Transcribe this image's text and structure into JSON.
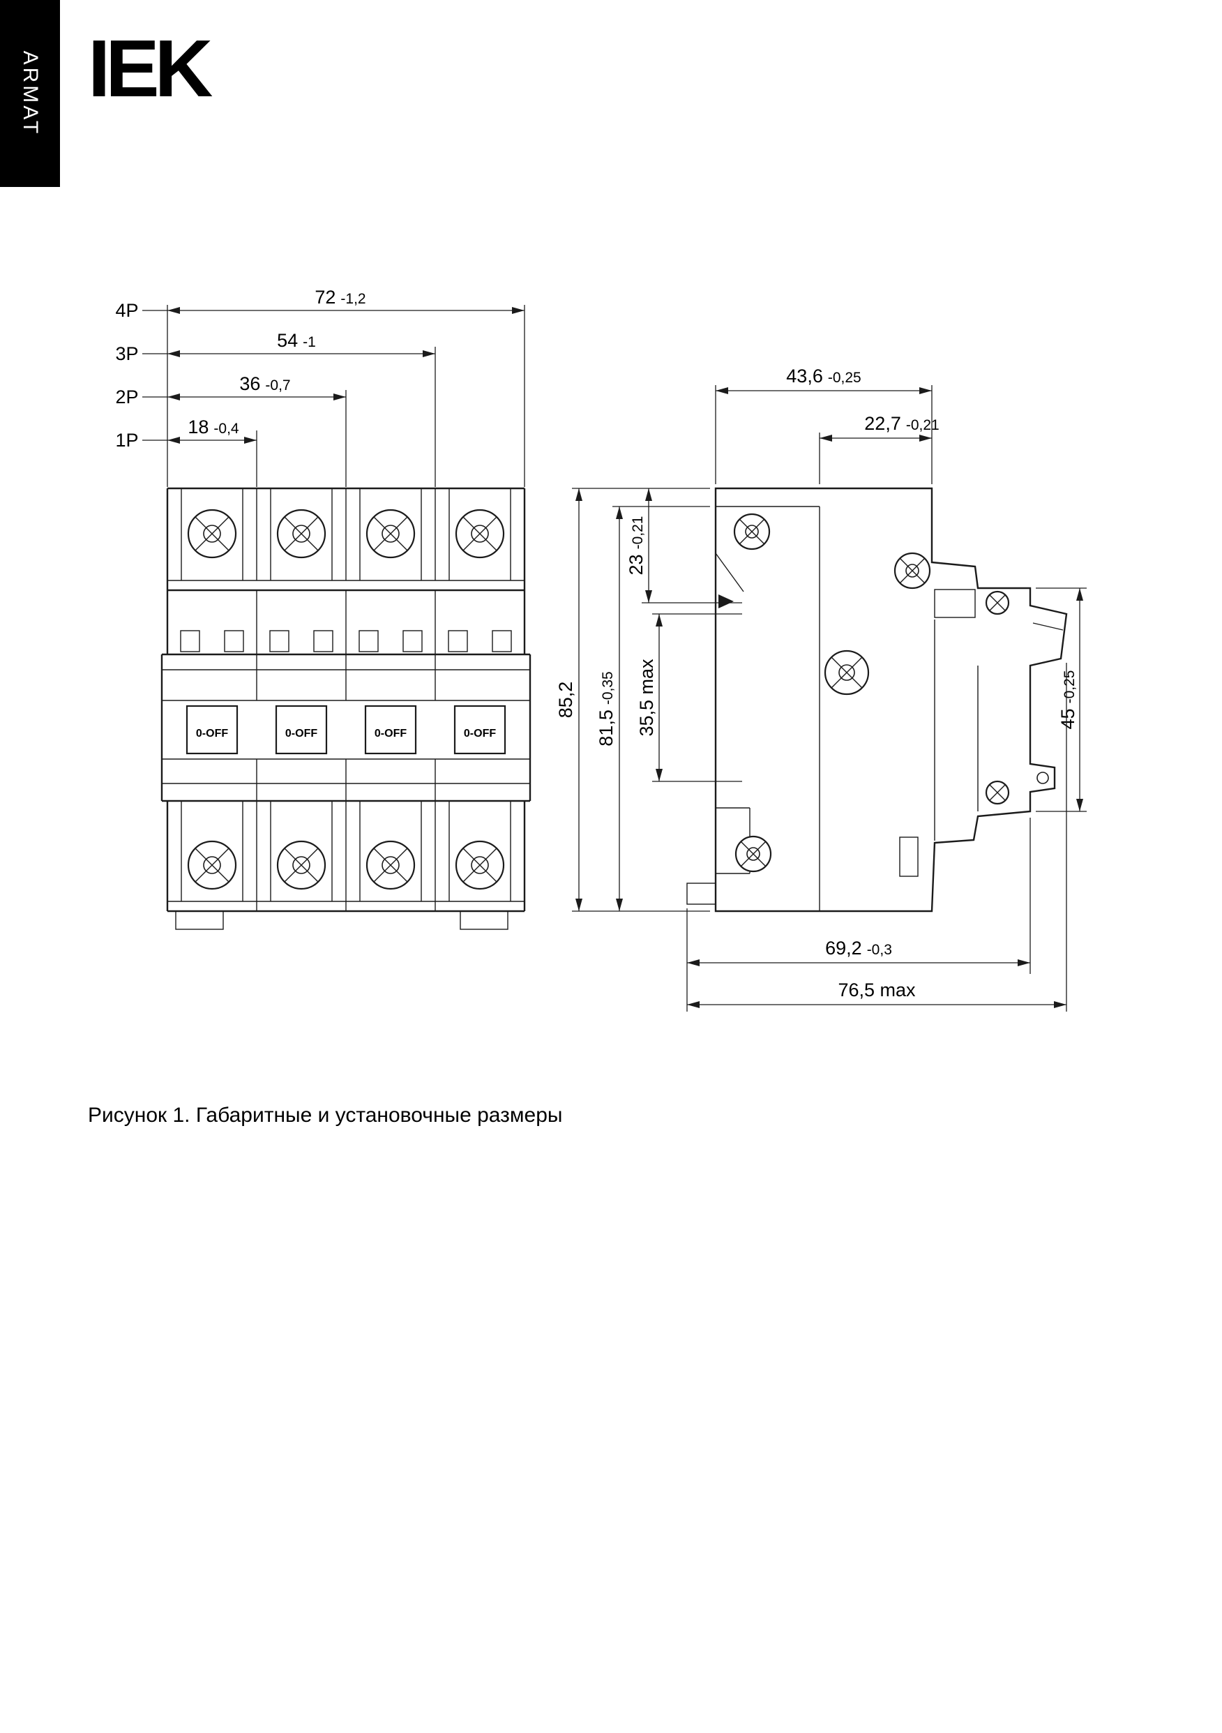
{
  "header": {
    "brand_vertical": "ARMAT",
    "logo": "IEK"
  },
  "caption": "Рисунок 1. Габаритные и установочные размеры",
  "front_view": {
    "pole_dims": [
      {
        "label": "4P",
        "value": "72",
        "tol": "-1,2"
      },
      {
        "label": "3P",
        "value": "54",
        "tol": "-1"
      },
      {
        "label": "2P",
        "value": "36",
        "tol": "-0,7"
      },
      {
        "label": "1P",
        "value": "18",
        "tol": "-0,4"
      }
    ],
    "switch_labels": [
      "0-OFF",
      "0-OFF",
      "0-OFF",
      "0-OFF"
    ]
  },
  "side_view": {
    "dim_436": {
      "value": "43,6",
      "tol": "-0,25"
    },
    "dim_227": {
      "value": "22,7",
      "tol": "-0,21"
    },
    "dim_23": {
      "value": "23",
      "tol": "-0,21"
    },
    "dim_355": {
      "value": "35,5 max",
      "tol": ""
    },
    "dim_815": {
      "value": "81,5",
      "tol": "-0,35"
    },
    "dim_852": {
      "value": "85,2",
      "tol": ""
    },
    "dim_45": {
      "value": "45",
      "tol": "-0,25"
    },
    "dim_692": {
      "value": "69,2",
      "tol": "-0,3"
    },
    "dim_765": {
      "value": "76,5 max",
      "tol": ""
    }
  }
}
